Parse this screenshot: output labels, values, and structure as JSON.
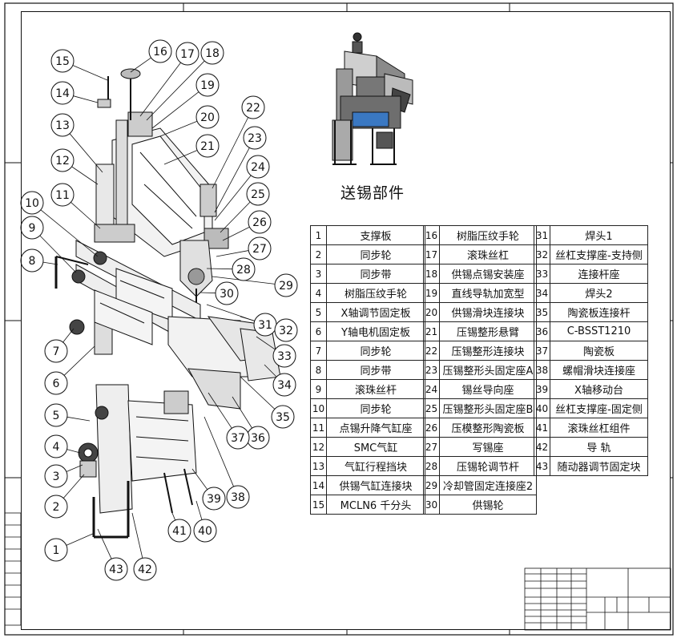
{
  "drawing": {
    "assembly_title": "送锡部件",
    "balloons": [
      "1",
      "2",
      "3",
      "4",
      "5",
      "6",
      "7",
      "8",
      "9",
      "10",
      "11",
      "12",
      "13",
      "14",
      "15",
      "16",
      "17",
      "18",
      "19",
      "20",
      "21",
      "22",
      "23",
      "24",
      "25",
      "26",
      "27",
      "28",
      "29",
      "30",
      "31",
      "32",
      "33",
      "34",
      "35",
      "36",
      "37",
      "38",
      "39",
      "40",
      "41",
      "42",
      "43"
    ]
  },
  "bom": [
    {
      "no": "1",
      "name": "支撑板"
    },
    {
      "no": "2",
      "name": "同步轮"
    },
    {
      "no": "3",
      "name": "同步带"
    },
    {
      "no": "4",
      "name": "树脂压纹手轮"
    },
    {
      "no": "5",
      "name": "X轴调节固定板"
    },
    {
      "no": "6",
      "name": "Y轴电机固定板"
    },
    {
      "no": "7",
      "name": "同步轮"
    },
    {
      "no": "8",
      "name": "同步带"
    },
    {
      "no": "9",
      "name": "滚珠丝杆"
    },
    {
      "no": "10",
      "name": "同步轮"
    },
    {
      "no": "11",
      "name": "点锡升降气缸座"
    },
    {
      "no": "12",
      "name": "SMC气缸"
    },
    {
      "no": "13",
      "name": "气缸行程挡块"
    },
    {
      "no": "14",
      "name": "供锡气缸连接块"
    },
    {
      "no": "15",
      "name": "MCLN6 千分头"
    },
    {
      "no": "16",
      "name": "树脂压纹手轮"
    },
    {
      "no": "17",
      "name": "滚珠丝杠"
    },
    {
      "no": "18",
      "name": "供锡点锡安装座"
    },
    {
      "no": "19",
      "name": "直线导轨加宽型"
    },
    {
      "no": "20",
      "name": "供锡滑块连接块"
    },
    {
      "no": "21",
      "name": "压锡整形悬臂"
    },
    {
      "no": "22",
      "name": "压锡整形连接块"
    },
    {
      "no": "23",
      "name": "压锡整形头固定座A"
    },
    {
      "no": "24",
      "name": "锡丝导向座"
    },
    {
      "no": "25",
      "name": "压锡整形头固定座B"
    },
    {
      "no": "26",
      "name": "压模整形陶瓷板"
    },
    {
      "no": "27",
      "name": "写锡座"
    },
    {
      "no": "28",
      "name": "压锡轮调节杆"
    },
    {
      "no": "29",
      "name": "冷却管固定连接座2"
    },
    {
      "no": "30",
      "name": "供锡轮"
    },
    {
      "no": "31",
      "name": "焊头1"
    },
    {
      "no": "32",
      "name": "丝杠支撑座-支持侧"
    },
    {
      "no": "33",
      "name": "连接杆座"
    },
    {
      "no": "34",
      "name": "焊头2"
    },
    {
      "no": "35",
      "name": "陶瓷板连接杆"
    },
    {
      "no": "36",
      "name": "C-BSST1210"
    },
    {
      "no": "37",
      "name": "陶瓷板"
    },
    {
      "no": "38",
      "name": "螺帽滑块连接座"
    },
    {
      "no": "39",
      "name": "X轴移动台"
    },
    {
      "no": "40",
      "name": "丝杠支撑座-固定侧"
    },
    {
      "no": "41",
      "name": "滚珠丝杠组件"
    },
    {
      "no": "42",
      "name": "导 轨"
    },
    {
      "no": "43",
      "name": "随动器调节固定块"
    }
  ]
}
